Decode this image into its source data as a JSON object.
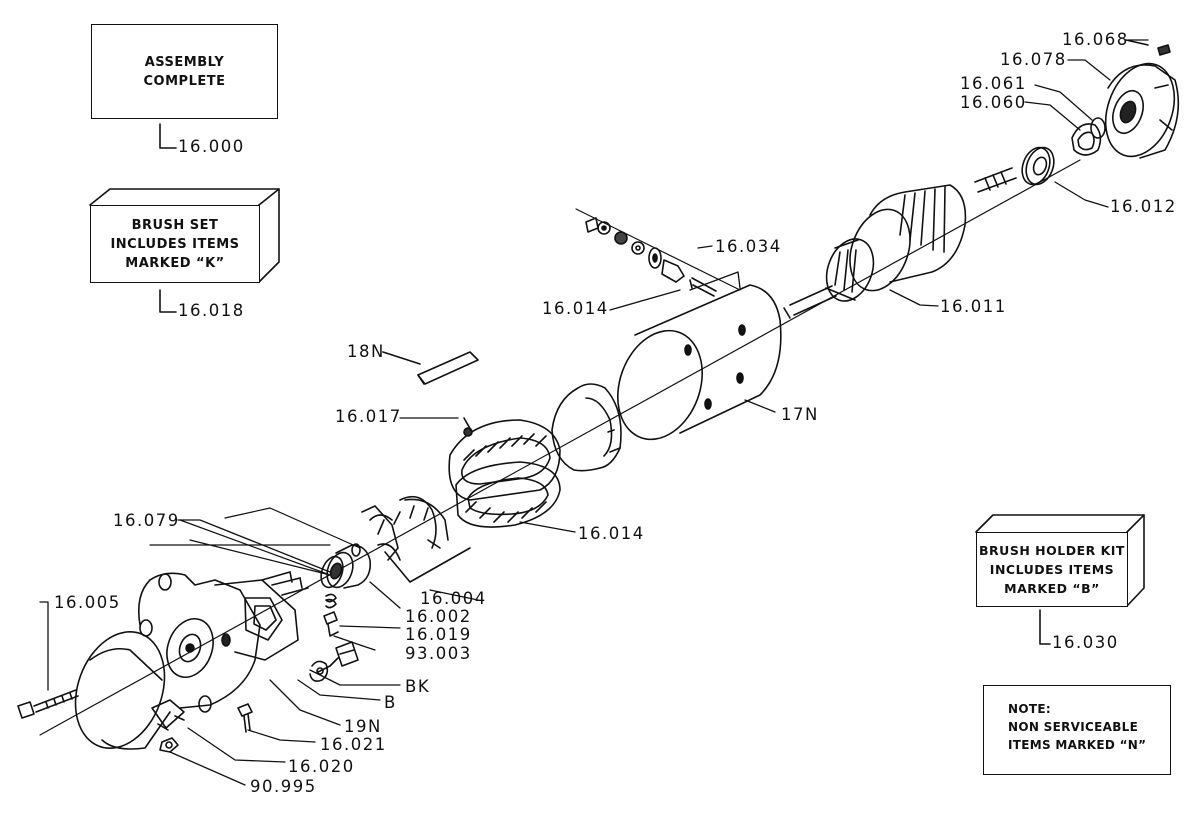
{
  "boxes": {
    "assembly": "ASSEMBLY\nCOMPLETE",
    "brush_set": "BRUSH  SET\nINCLUDES ITEMS\nMARKED “K”",
    "brush_holder": "BRUSH HOLDER KIT\nINCLUDES ITEMS\nMARKED “B”",
    "note": "NOTE:\nNON SERVICEABLE\nITEMS MARKED “N”"
  },
  "labels": {
    "l16000": "16.000",
    "l16018": "16.018",
    "l16030": "16.030",
    "l16068": "16.068",
    "l16078": "16.078",
    "l16061": "16.061",
    "l16060": "16.060",
    "l16012": "16.012",
    "l16034": "16.034",
    "l16014a": "16.014",
    "l16011": "16.011",
    "l18N": "18N",
    "l16017": "16.017",
    "l17N": "17N",
    "l16014b": "16.014",
    "l16079": "16.079",
    "l16004": "16.004",
    "l16002": "16.002",
    "l16005": "16.005",
    "l16019": "16.019",
    "l93003": "93.003",
    "lBK": "BK",
    "lB": "B",
    "l19N": "19N",
    "l16021": "16.021",
    "l16020": "16.020",
    "l90995": "90.995"
  }
}
